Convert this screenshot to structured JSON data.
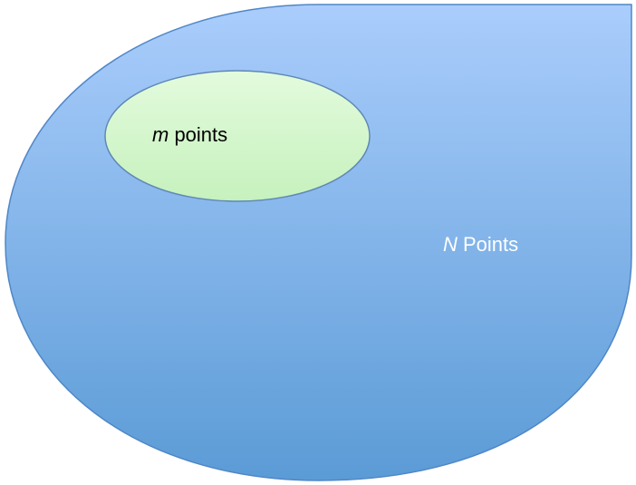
{
  "colors": {
    "outer_fill_top": "#aacdfc",
    "outer_fill_bottom": "#5b9bd6",
    "outer_stroke": "#4f87c7",
    "inner_fill_top": "#e3fbdd",
    "inner_fill_bottom": "#c6f1bd",
    "inner_stroke": "#5f88b5",
    "outer_label_color": "#ffffff",
    "inner_label_color": "#000000"
  },
  "inner_set": {
    "variable": "m",
    "text": " points"
  },
  "outer_set": {
    "variable": "N",
    "text": " Points"
  }
}
